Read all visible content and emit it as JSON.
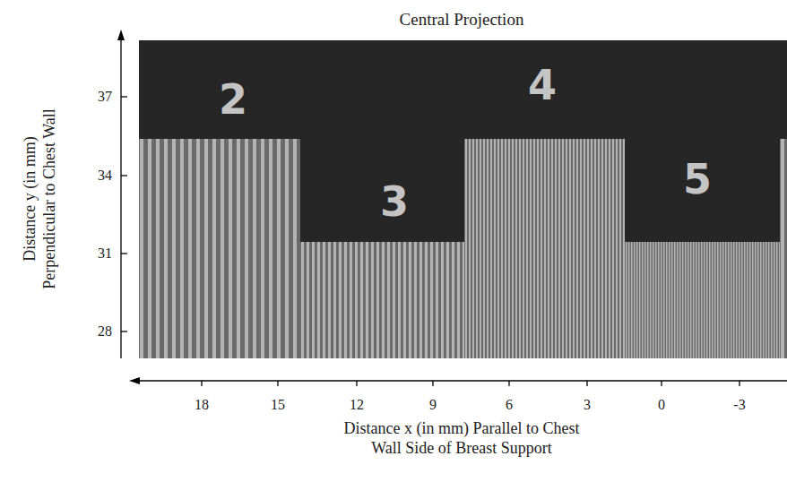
{
  "diagram": {
    "title": "Central Projection",
    "labels": [
      "2",
      "3",
      "4",
      "5",
      "37",
      "34",
      "31",
      "28",
      "Distance y (in mm) Perpendicular to Chest Wall",
      "18",
      "15",
      "12",
      "9",
      "6",
      "3",
      "0",
      "-3",
      "Distance x (in mm) Parallel to Chest Wall Side of Breast Support"
    ]
  }
}
